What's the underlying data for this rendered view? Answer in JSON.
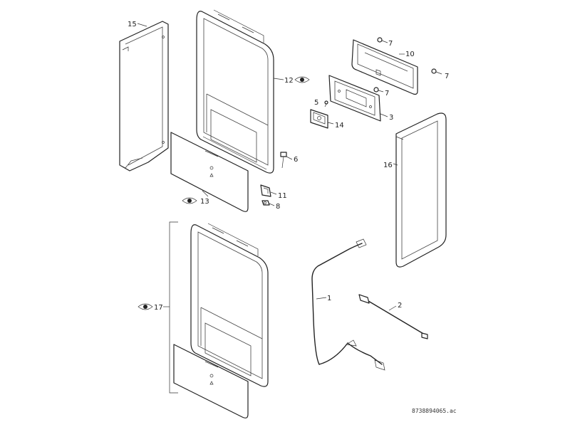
{
  "callouts": {
    "c1": "1",
    "c2": "2",
    "c3": "3",
    "c5": "5",
    "c6": "6",
    "c7a": "7",
    "c7b": "7",
    "c7c": "7",
    "c8": "8",
    "c10": "10",
    "c11": "11",
    "c12": "12",
    "c13": "13",
    "c14": "14",
    "c15": "15",
    "c16": "16",
    "c17": "17"
  },
  "icons": {
    "visible_part": "eye-icon"
  },
  "document_number": "8738894065.ac"
}
